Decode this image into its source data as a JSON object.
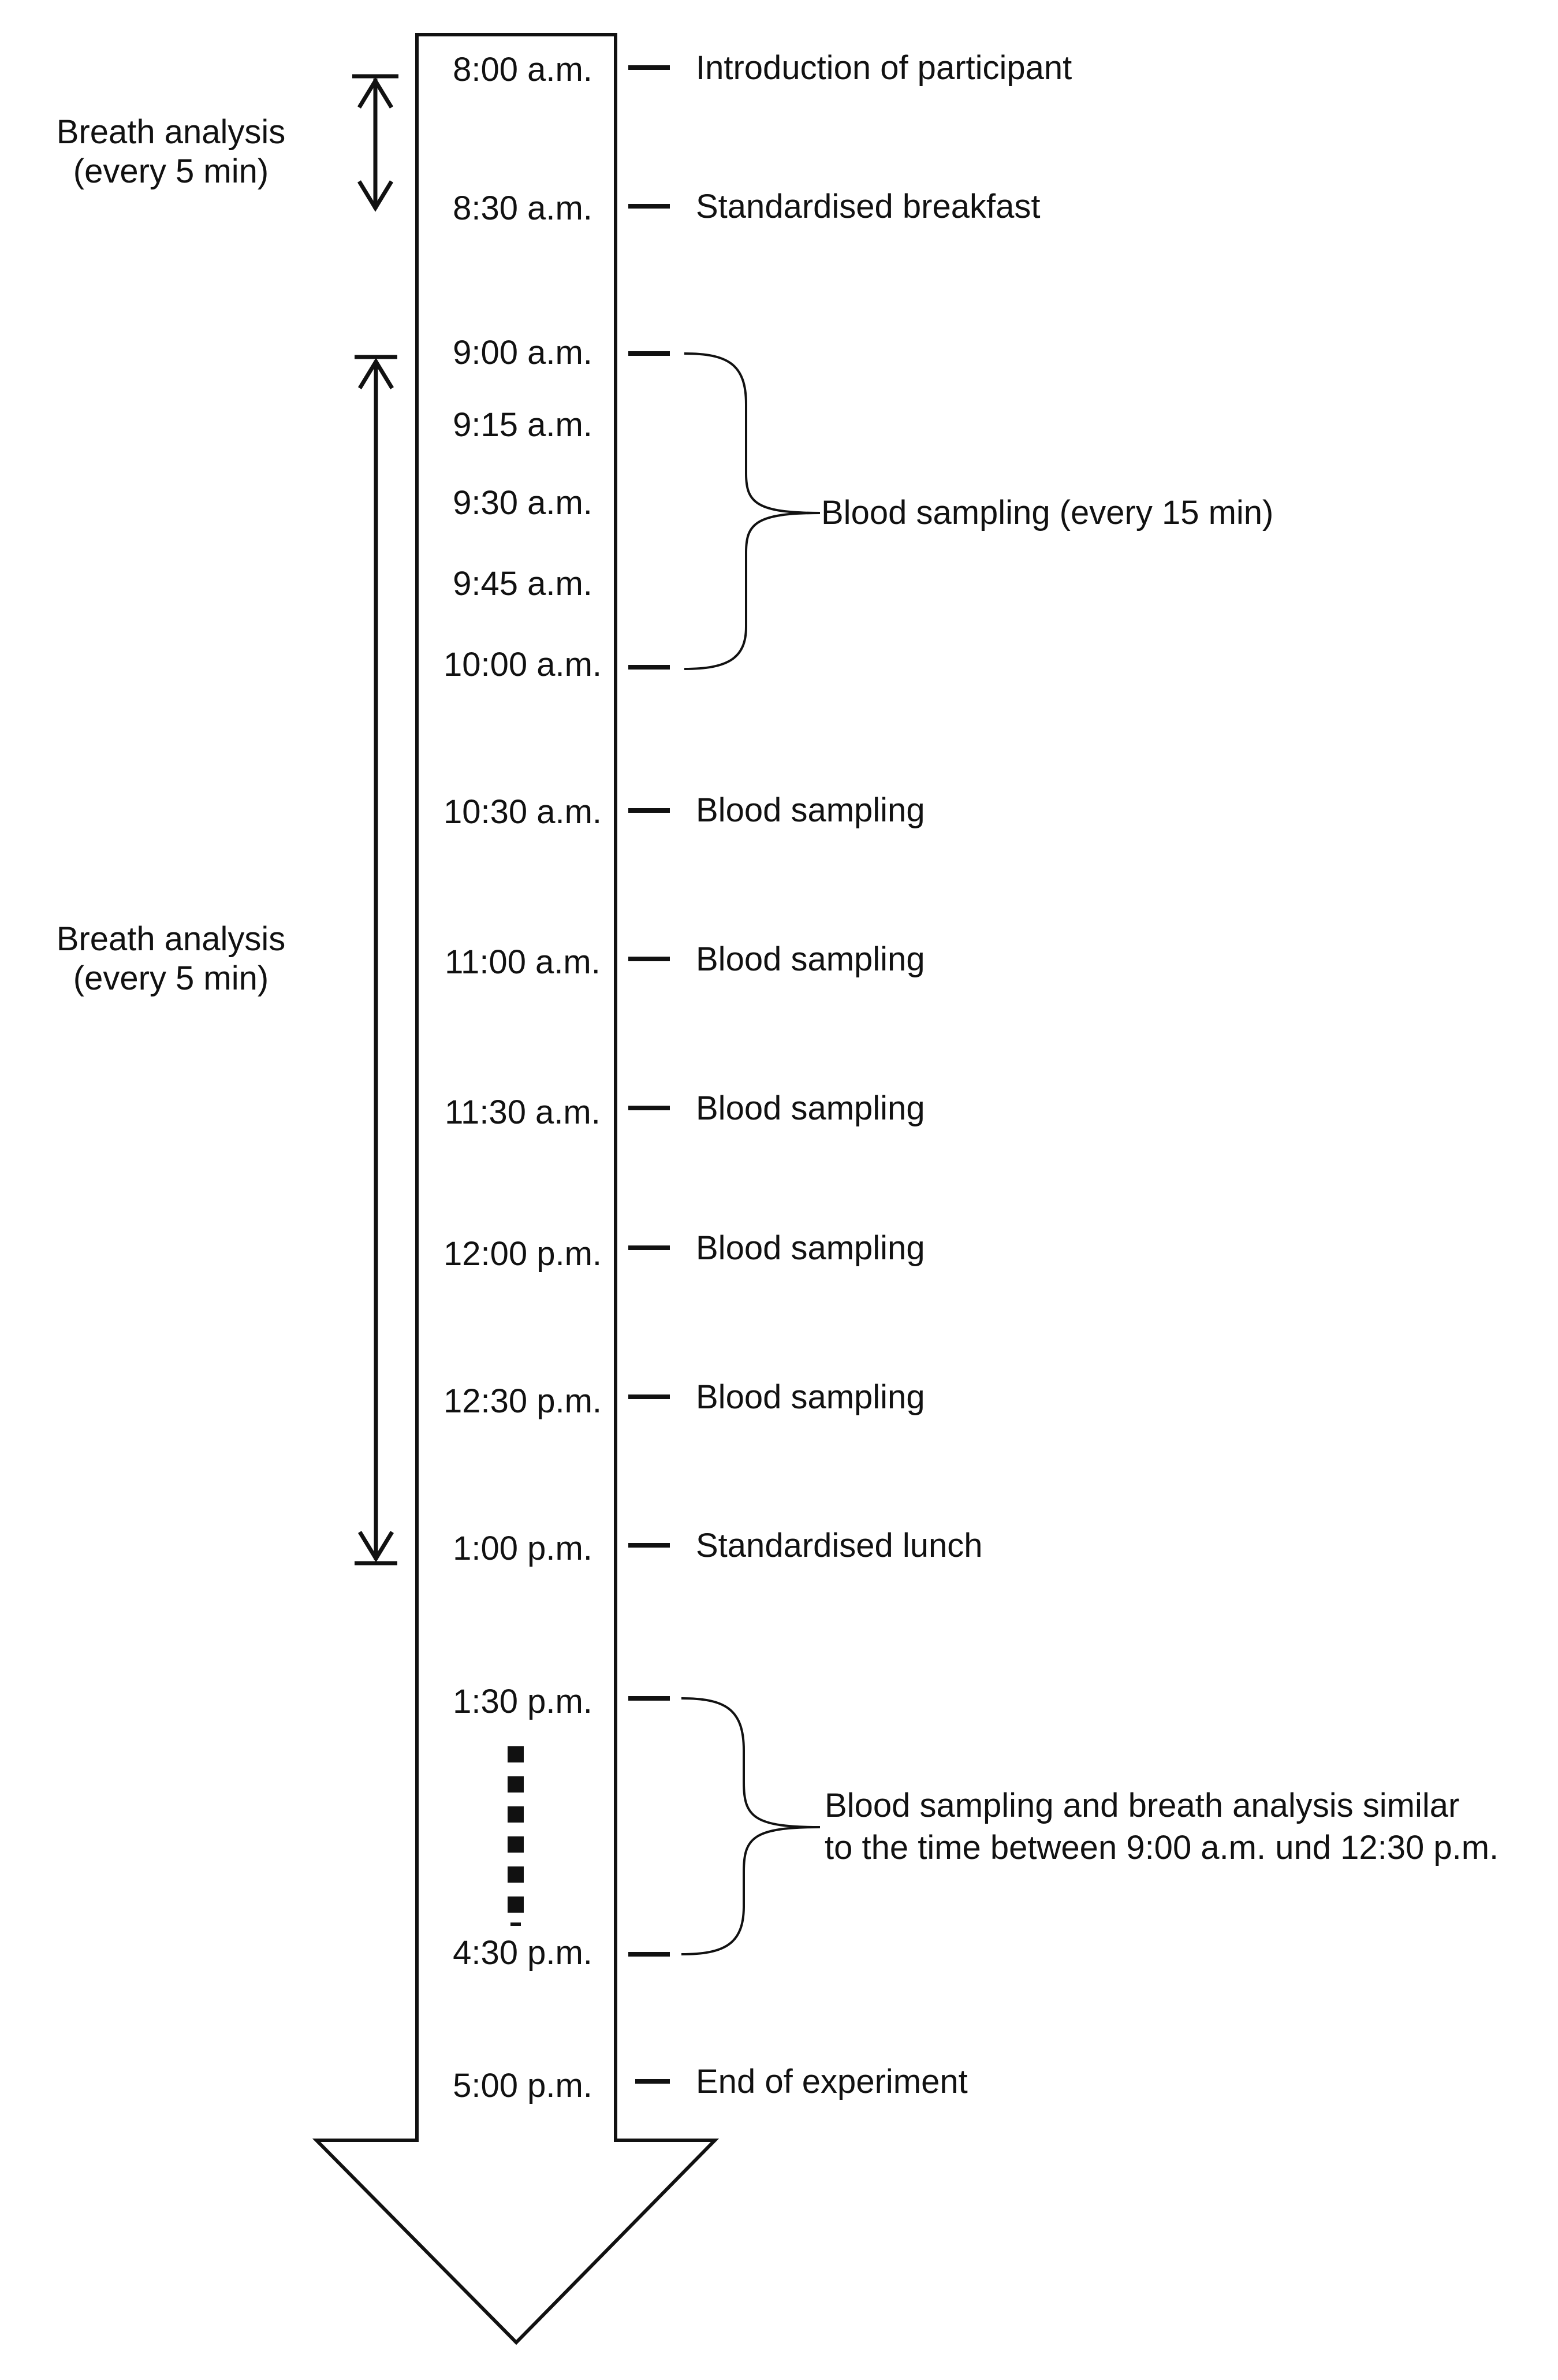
{
  "timeline": {
    "events": [
      {
        "time": "8:00 a.m.",
        "label": "Introduction of participant"
      },
      {
        "time": "8:30 a.m.",
        "label": "Standardised breakfast"
      },
      {
        "time": "9:00 a.m.",
        "label": ""
      },
      {
        "time": "9:15 a.m.",
        "label": ""
      },
      {
        "time": "9:30 a.m.",
        "label": ""
      },
      {
        "time": "9:45 a.m.",
        "label": ""
      },
      {
        "time": "10:00 a.m.",
        "label": ""
      },
      {
        "time": "10:30 a.m.",
        "label": "Blood sampling"
      },
      {
        "time": "11:00 a.m.",
        "label": "Blood sampling"
      },
      {
        "time": "11:30 a.m.",
        "label": "Blood sampling"
      },
      {
        "time": "12:00 p.m.",
        "label": "Blood sampling"
      },
      {
        "time": "12:30 p.m.",
        "label": "Blood sampling"
      },
      {
        "time": "1:00 p.m.",
        "label": "Standardised lunch"
      },
      {
        "time": "1:30 p.m.",
        "label": ""
      },
      {
        "time": "4:30 p.m.",
        "label": ""
      },
      {
        "time": "5:00 p.m.",
        "label": "End of experiment"
      }
    ],
    "brace_labels": {
      "morning_blood": "Blood sampling (every 15 min)",
      "afternoon_line1": "Blood sampling and breath analysis similar",
      "afternoon_line2": "to the time between 9:00 a.m. und 12:30 p.m."
    },
    "breath_analysis": {
      "first": {
        "line1": "Breath analysis",
        "line2": "(every 5 min)"
      },
      "second": {
        "line1": "Breath analysis",
        "line2": "(every 5 min)"
      }
    }
  }
}
